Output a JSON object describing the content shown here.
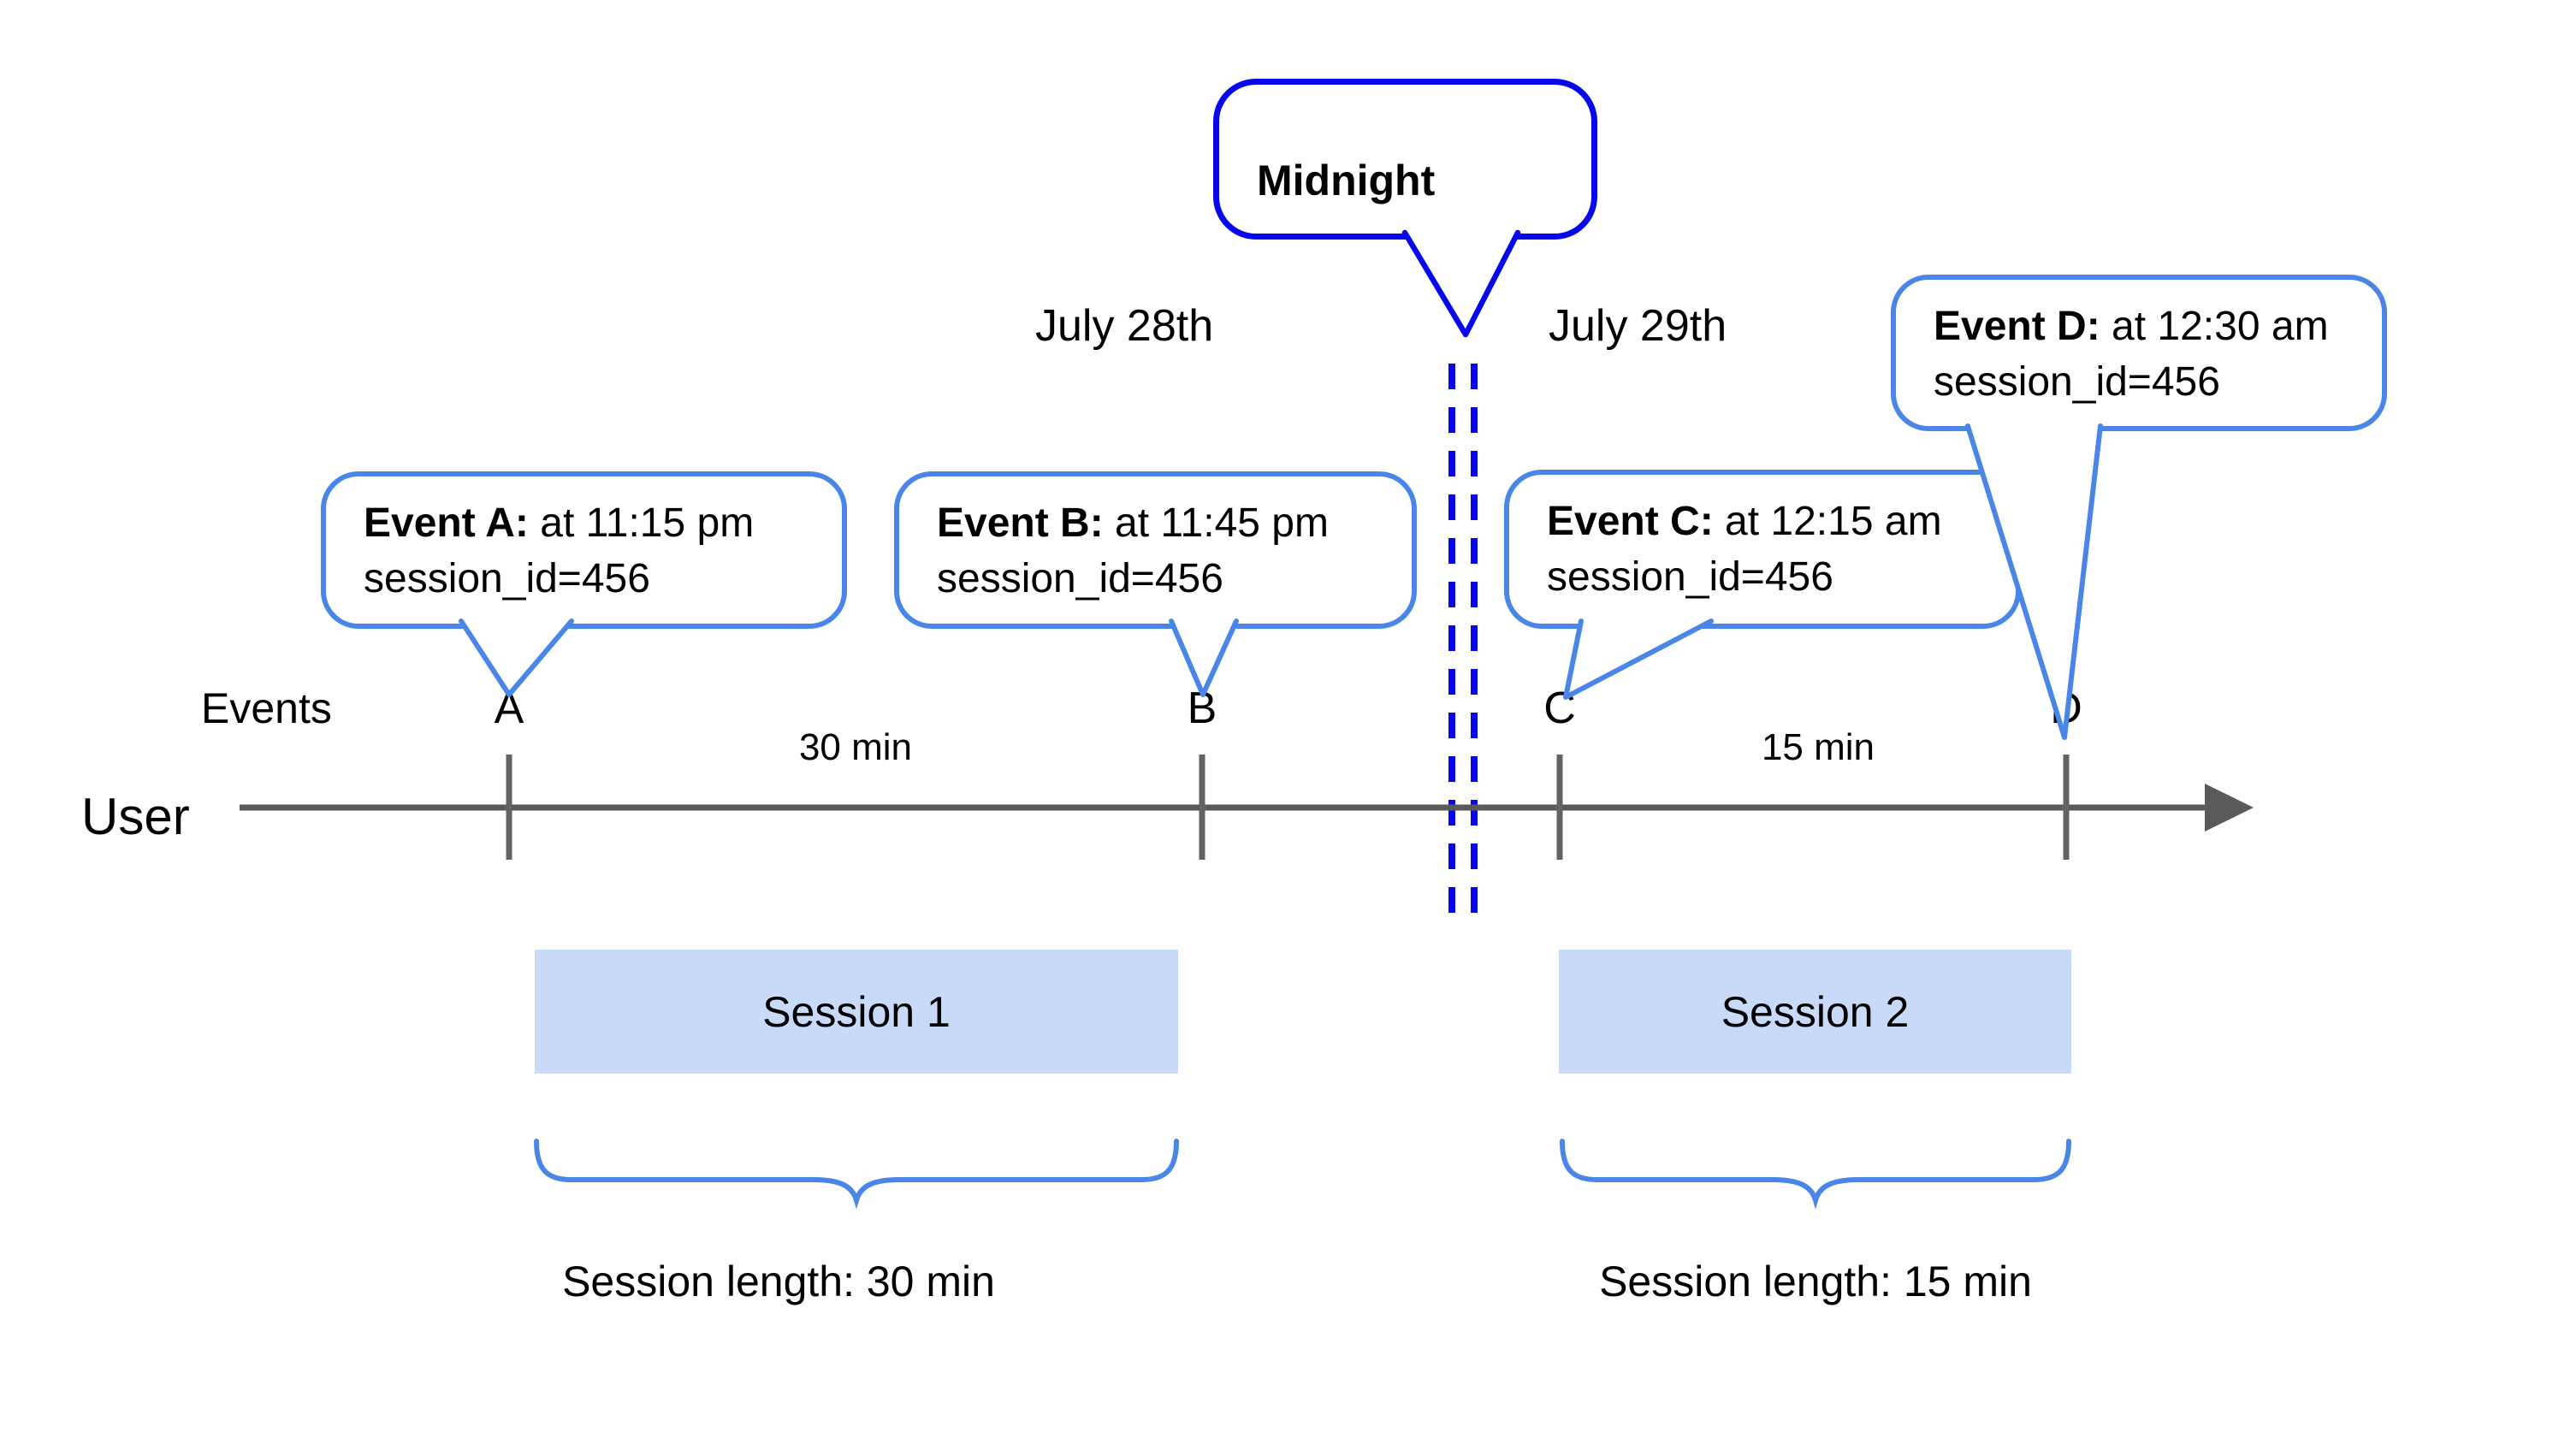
{
  "colors": {
    "accent_blue": "#0707ee",
    "bubble_blue": "#4a86e8",
    "session_fill": "#c9daf8",
    "timeline_gray": "#5a5a5a",
    "text_black": "#000000"
  },
  "header": {
    "midnight_label": "Midnight",
    "date_left": "July 28th",
    "date_right": "July 29th"
  },
  "axis": {
    "events_label": "Events",
    "user_label": "User"
  },
  "event_letters": [
    "A",
    "B",
    "C",
    "D"
  ],
  "event_bubbles": [
    {
      "title": "Event A:",
      "time": "at 11:15 pm",
      "session": "session_id=456"
    },
    {
      "title": "Event B:",
      "time": "at 11:45 pm",
      "session": "session_id=456"
    },
    {
      "title": "Event C:",
      "time": "at 12:15 am",
      "session": "session_id=456"
    },
    {
      "title": "Event D:",
      "time": "at 12:30 am",
      "session": "session_id=456"
    }
  ],
  "intervals": {
    "ab": "30 min",
    "cd": "15 min"
  },
  "sessions": [
    {
      "name": "Session 1",
      "length": "Session length: 30 min"
    },
    {
      "name": "Session 2",
      "length": "Session length: 15 min"
    }
  ]
}
